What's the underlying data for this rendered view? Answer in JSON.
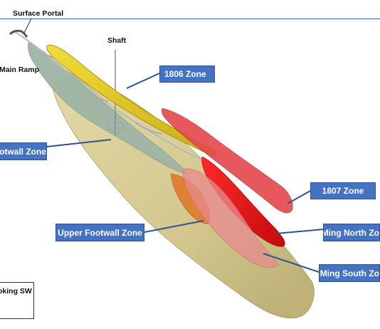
{
  "labels": {
    "surface_portal": "Surface Portal",
    "shaft": "Shaft",
    "main_ramp": "Main Ramp",
    "zone_1806": "1806 Zone",
    "footwall_zone": "otwall Zone",
    "zone_1807": "1807 Zone",
    "upper_footwall_zone": "Upper Footwall Zone",
    "ming_north_zone": "Ming North Zo",
    "ming_south_zone": "Ming South Zo",
    "view_direction": "oking SW"
  },
  "colors": {
    "background": "#ffffff",
    "callout_fill": "#4472c4",
    "callout_border": "#2f528f",
    "host_rock": "#d6cc96",
    "footwall_zone": "#9fb5a6",
    "zone_1806": "#e0c81e",
    "zone_1807": "#e4474b",
    "ming_north": "#e61414",
    "ming_south": "#e98a8e",
    "upper_footwall": "#e07a2c",
    "ramp": "#b9b9b9",
    "shaft": "#8c8c8c"
  }
}
